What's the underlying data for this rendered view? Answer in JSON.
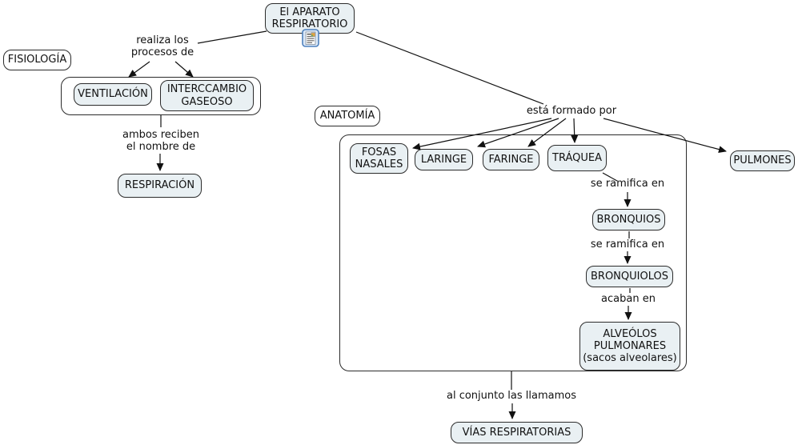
{
  "nodes": {
    "main": {
      "label": "El APARATO\nRESPIRATORIO"
    },
    "fisiologia": {
      "label": "FISIOLOGÍA"
    },
    "ventilacion": {
      "label": "VENTILACIÓN"
    },
    "intercambio": {
      "label": "INTERCCAMBIO\nGASEOSO"
    },
    "respiracion": {
      "label": "RESPIRACIÓN"
    },
    "anatomia": {
      "label": "ANATOMÍA"
    },
    "fosas": {
      "label": "FOSAS\nNASALES"
    },
    "laringe": {
      "label": "LARINGE"
    },
    "faringe": {
      "label": "FARINGE"
    },
    "traquea": {
      "label": "TRÁQUEA"
    },
    "pulmones": {
      "label": "PULMONES"
    },
    "bronquios": {
      "label": "BRONQUIOS"
    },
    "bronquiolos": {
      "label": "BRONQUIOLOS"
    },
    "alveolos": {
      "label": "ALVEÓLOS\nPULMONARES\n(sacos alveolares)"
    },
    "vias": {
      "label": "VÍAS RESPIRATORIAS"
    }
  },
  "links": {
    "realiza": "realiza los\nprocesos de",
    "ambos": "ambos reciben\nel nombre de",
    "formado": "está formado por",
    "ramifica1": "se ramifica en",
    "ramifica2": "se ramifica en",
    "acaban": "acaban en",
    "conjunto": "al conjunto las llamamos"
  },
  "icons": {
    "main_resource": "document-image-icon"
  },
  "colors": {
    "node_fill": "#e9f0f3",
    "node_border": "#2b2b2b",
    "line": "#111111",
    "icon_frame": "#4f81bd"
  }
}
